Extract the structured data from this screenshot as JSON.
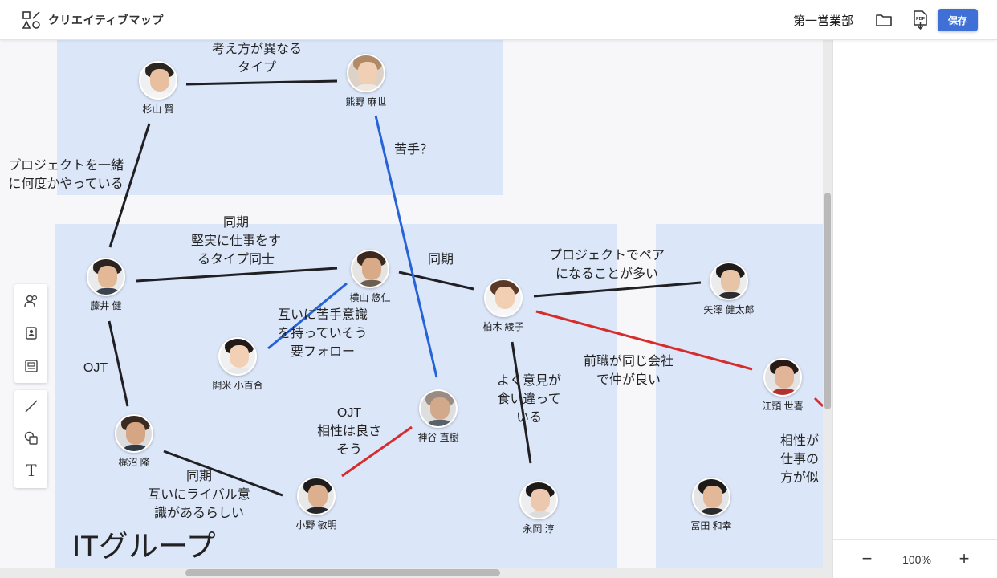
{
  "header": {
    "app_title": "クリエイティブマップ",
    "department": "第一営業部",
    "save_label": "保存",
    "logo_icon": "shapes-logo-icon",
    "folder_icon": "folder-icon",
    "pdf_icon": "pdf-export-icon",
    "accent_color": "#3f70d6"
  },
  "groups": {
    "it_label": "ITグループ",
    "fill_color": "#dbe6f8"
  },
  "people": {
    "sugiyama": "杉山 賢",
    "kumano": "熊野 麻世",
    "fujii": "藤井 健",
    "yokoyama": "横山 悠仁",
    "kashiwagi": "柏木 綾子",
    "yazawa": "矢澤 健太郎",
    "kaimai": "開米 小百合",
    "kamiya": "神谷 直樹",
    "ezura": "江頭 世喜",
    "kajinuma": "梶沼 隆",
    "ono": "小野 敏明",
    "nagaoka": "永岡 淳",
    "tomita": "冨田 和幸"
  },
  "edge_labels": {
    "sugiyama_kumano": "考え方が異なる\nタイプ",
    "kumano_kamiya": "苦手？",
    "sugiyama_fujii": "プロジェクトを一緒\nに何度かやっている",
    "fujii_yokoyama": "同期\n堅実に仕事をす\nるタイプ同士",
    "yokoyama_kashiwagi": "同期",
    "kashiwagi_yazawa": "プロジェクトでペア\nになることが多い",
    "yokoyama_kaimai": "互いに苦手意識\nを持っていそう\n要フォロー",
    "kashiwagi_ezura": "前職が同じ会社\nで仲が良い",
    "kashiwagi_nagaoka": "よく意見が\n食い違って\nいる",
    "fujii_kajinuma": "OJT",
    "ono_kamiya": "OJT\n相性は良さ\nそう",
    "kajinuma_ono": "同期\n互いにライバル意\n識があるらしい",
    "ezura_right": "相性が\n仕事の\n方が似"
  },
  "edge_colors": {
    "neutral": "#1f1f24",
    "negative": "#2563d6",
    "positive": "#d62c2c"
  },
  "toolbar": {
    "person_tool": "person-add-icon",
    "card_tool": "profile-card-icon",
    "group_tool": "group-frame-icon",
    "line_tool": "line-icon",
    "shape_tool": "shapes-icon",
    "text_tool": "text-icon",
    "text_glyph": "T"
  },
  "zoom": {
    "level": "100%",
    "minus": "−",
    "plus": "+"
  }
}
